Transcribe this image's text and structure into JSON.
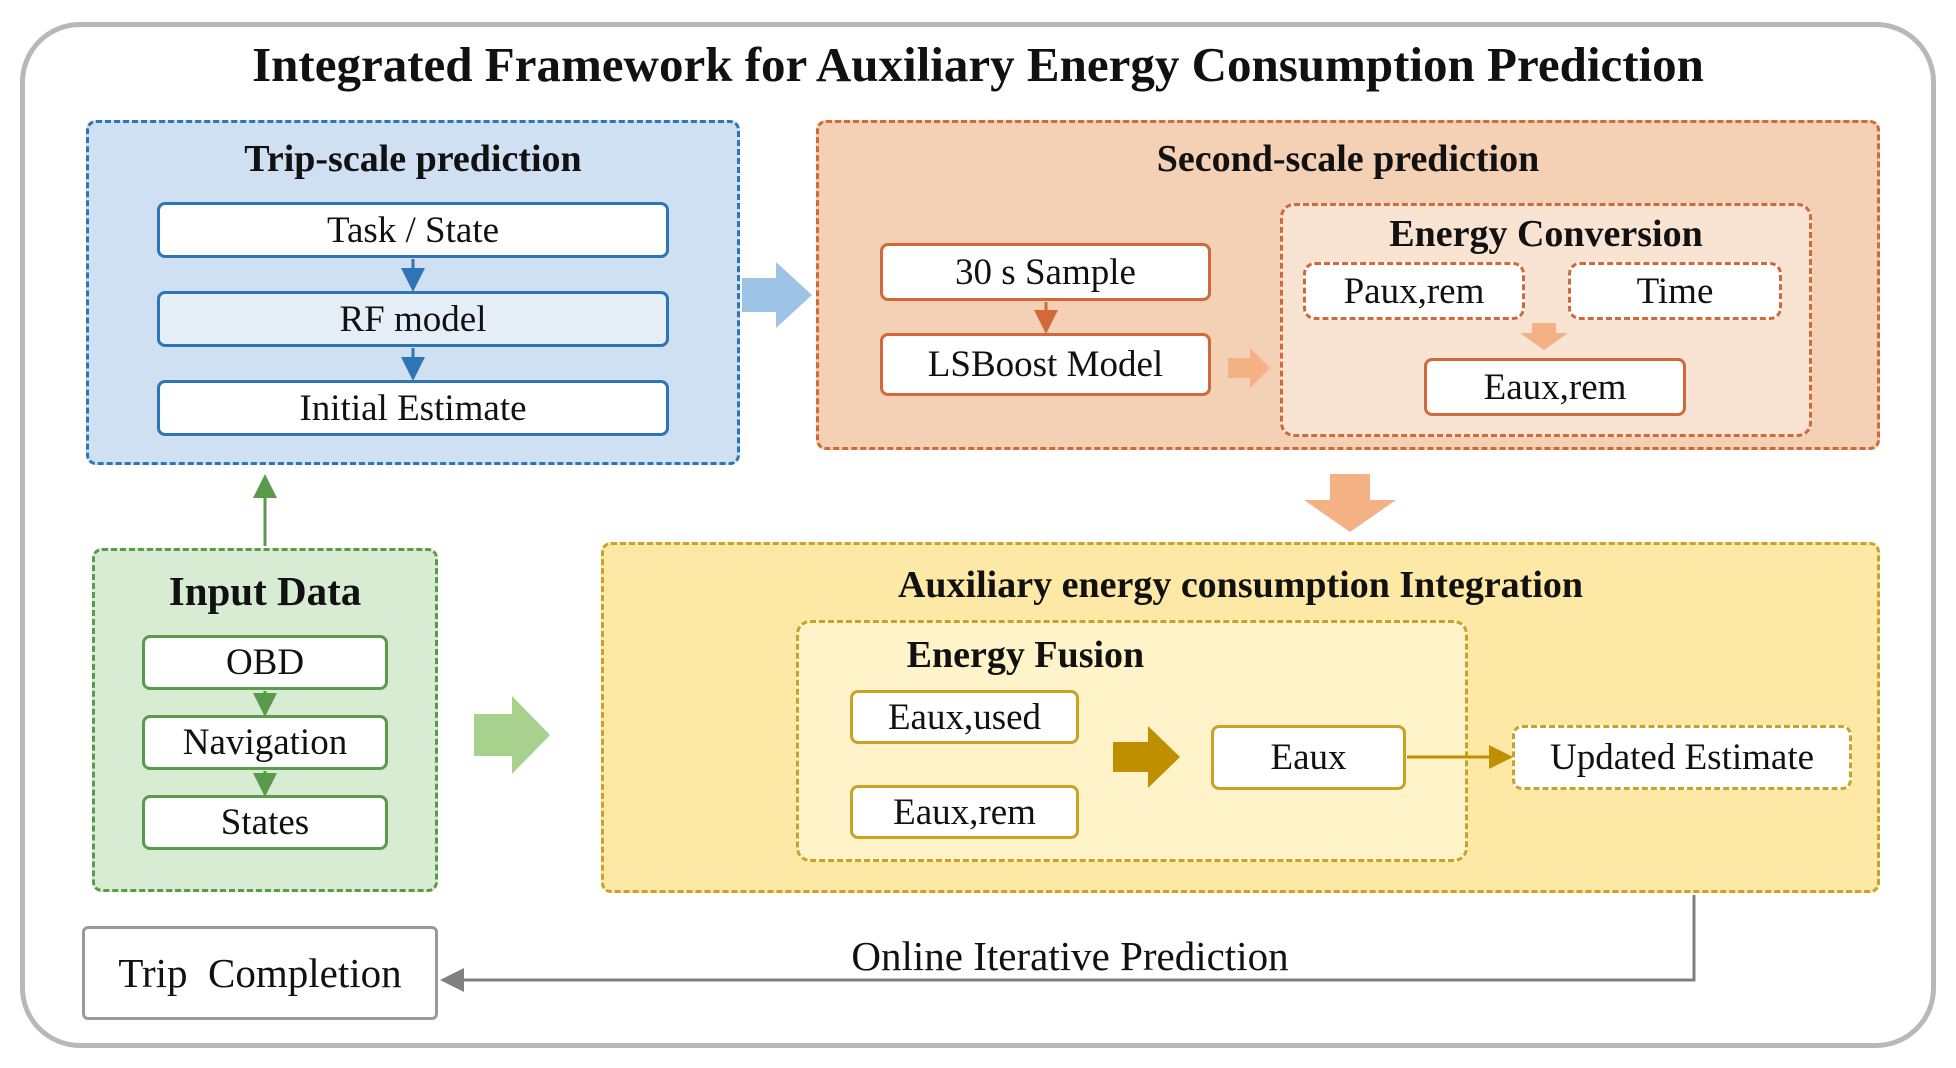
{
  "title": "Integrated Framework for Auxiliary Energy Consumption Prediction",
  "colors": {
    "trip_fill": "#cfe0f2",
    "trip_border": "#2e75b6",
    "second_fill": "#f4d0b5",
    "second_border": "#d2693a",
    "input_fill": "#d7ecd2",
    "input_border": "#5b9a4a",
    "integration_fill": "#fde8a6",
    "integration_border": "#c9a227",
    "gold_arrow": "#bf8f00"
  },
  "trip_scale": {
    "title": "Trip-scale prediction",
    "steps": [
      "Task / State",
      "RF model",
      "Initial Estimate"
    ]
  },
  "second_scale": {
    "title": "Second-scale prediction",
    "steps": [
      "30 s Sample",
      "LSBoost Model"
    ],
    "energy_conversion": {
      "title": "Energy Conversion",
      "inputs": [
        "Paux,rem",
        "Time"
      ],
      "output": "Eaux,rem"
    }
  },
  "input_data": {
    "title": "Input Data",
    "items": [
      "OBD",
      "Navigation",
      "States"
    ]
  },
  "integration": {
    "title": "Auxiliary energy consumption Integration",
    "fusion": {
      "title": "Energy Fusion",
      "inputs": [
        "Eaux,used",
        "Eaux,rem"
      ],
      "output": "Eaux"
    },
    "result": "Updated Estimate"
  },
  "loop_label": "Online Iterative Prediction",
  "end_label": "Trip  Completion"
}
